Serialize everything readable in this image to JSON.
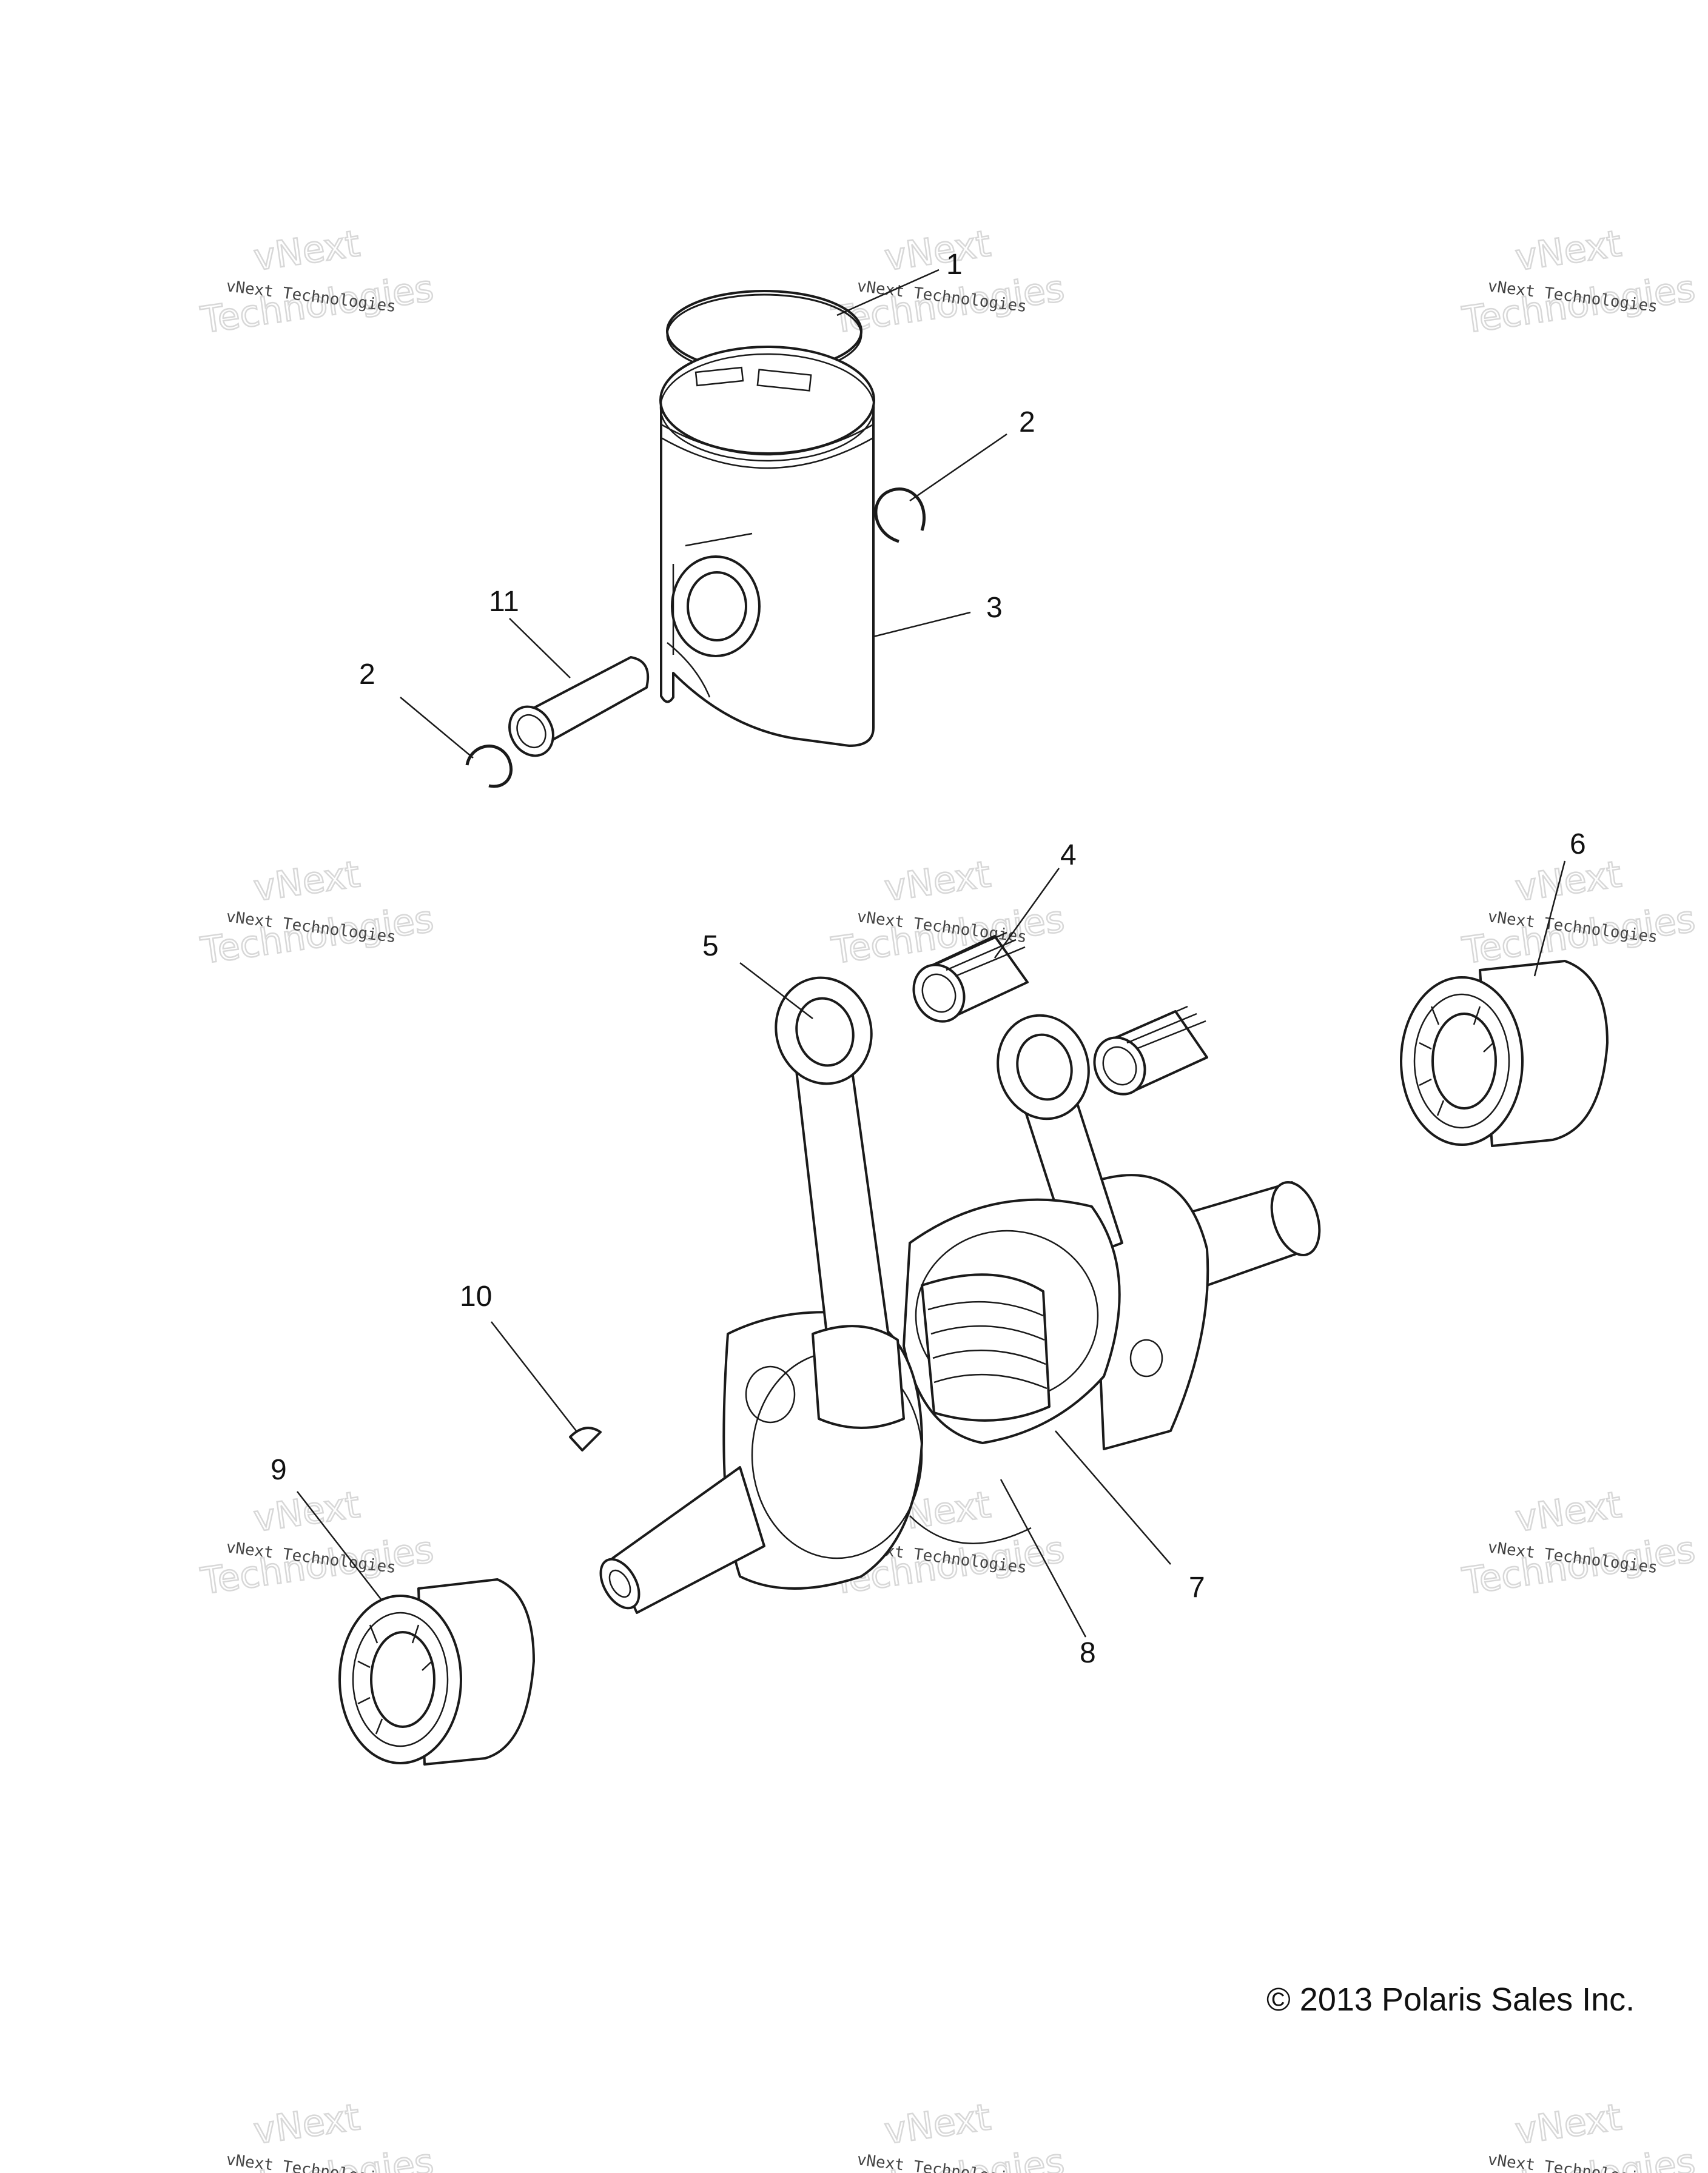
{
  "callouts": {
    "c1": "1",
    "c2a": "2",
    "c2b": "2",
    "c3": "3",
    "c4": "4",
    "c5": "5",
    "c6": "6",
    "c7": "7",
    "c8": "8",
    "c9": "9",
    "c10": "10",
    "c11": "11"
  },
  "watermark": {
    "name": "vNext Technologies",
    "ghost_top": "vNext",
    "ghost_bottom": "Technologies"
  },
  "copyright": "© 2013 Polaris Sales Inc."
}
